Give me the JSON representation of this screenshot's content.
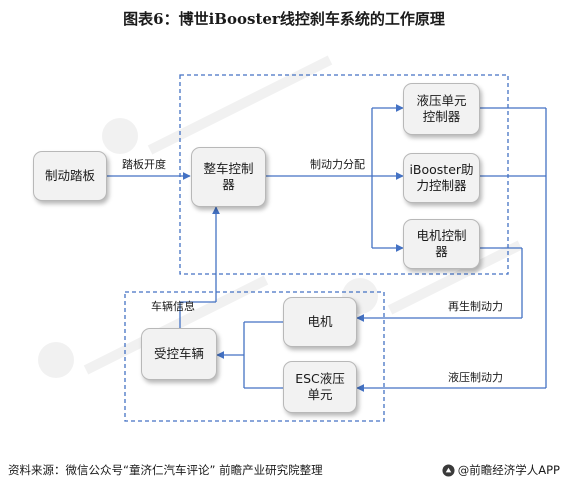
{
  "title": "图表6：博世iBooster线控刹车系统的工作原理",
  "nodes": {
    "pedal": "制动踏板",
    "vcu": "整车控制器",
    "hydraulic_unit": "液压单元控制器",
    "ibooster": "iBooster助力控制器",
    "motor_controller": "电机控制器",
    "vehicle": "受控车辆",
    "motor": "电机",
    "esc": "ESC液压单元"
  },
  "edge_labels": {
    "pedal_opening": "踏板开度",
    "force_distribution": "制动力分配",
    "vehicle_info": "车辆信息",
    "regen_brake": "再生制动力",
    "hydraulic_brake": "液压制动力"
  },
  "footer": {
    "source": "资料来源：微信公众号“童济仁汽车评论” 前瞻产业研究院整理",
    "brand": "@前瞻经济学人APP"
  },
  "colors": {
    "connector": "#4472c4",
    "dashed_frame": "#4472c4",
    "box_fill": "#f2f2f2"
  }
}
